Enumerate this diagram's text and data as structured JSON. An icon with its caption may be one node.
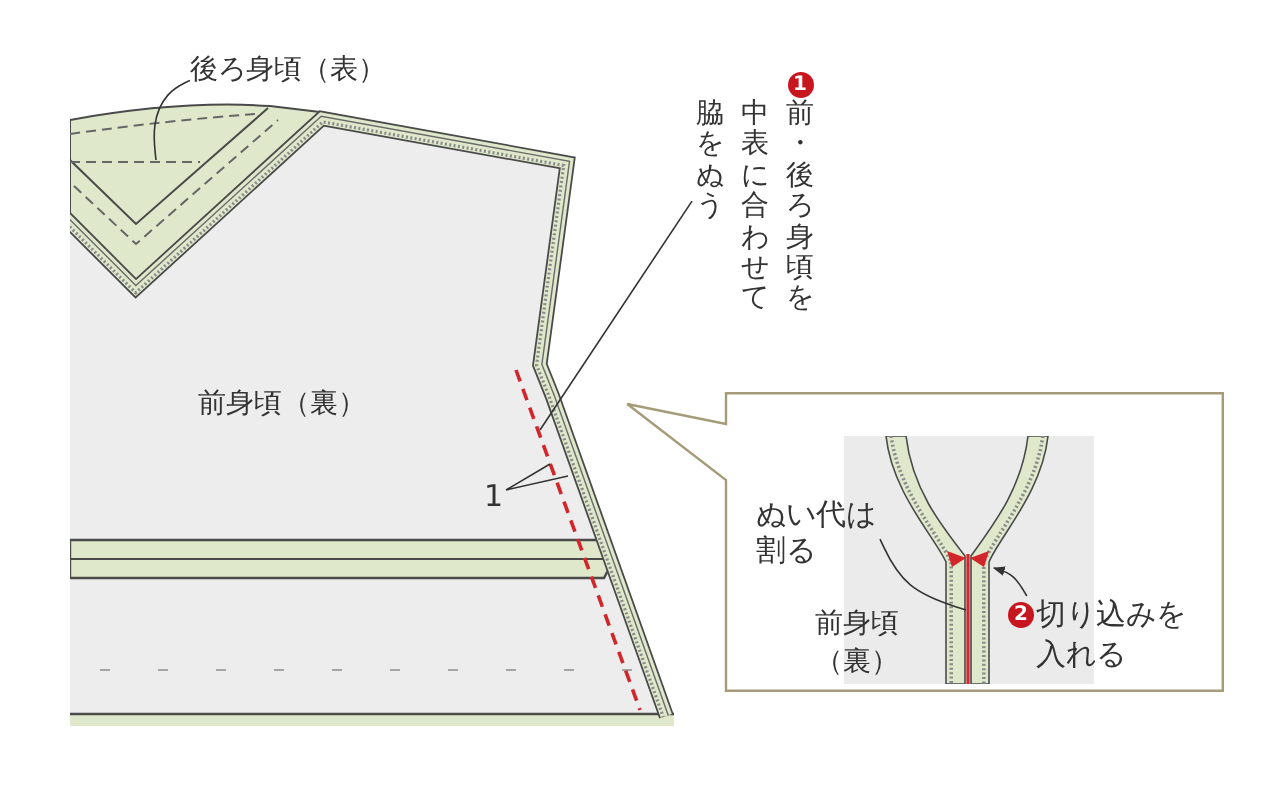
{
  "diagram": {
    "nodes": [
      {
        "text": [
          "後ろ身頃（表）"
        ]
      },
      {
        "text": [
          "1",
          "前・後ろ身頃を中表に合わせて脇をぬう"
        ]
      },
      {
        "text": [],
        "shape": "callout"
      },
      {
        "text": [
          "ぬい代は割る"
        ],
        "in": 2
      },
      {
        "text": [
          "2",
          "切り込みを入れる"
        ],
        "in": 2
      }
    ],
    "edges": [
      {
        "from": 0,
        "to": null,
        "arrow": "none"
      },
      {
        "from": 1,
        "to": null,
        "arrow": "none"
      },
      {
        "from": 3,
        "to": null,
        "arrow": "none"
      },
      {
        "from": 4,
        "to": null,
        "arrow": "to"
      }
    ],
    "labels": [
      "前身頃（裏）",
      "1",
      "前身頃（裏）"
    ]
  }
}
